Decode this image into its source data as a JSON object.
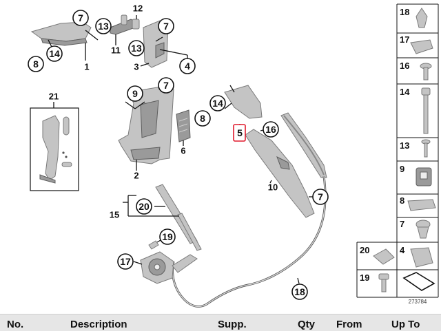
{
  "diagram": {
    "callouts": {
      "c1": "1",
      "c2": "2",
      "c3": "3",
      "c4": "4",
      "c5": "5",
      "c6": "6",
      "c7a": "7",
      "c7b": "7",
      "c7c": "7",
      "c7d": "7",
      "c8a": "8",
      "c8b": "8",
      "c9": "9",
      "c10": "10",
      "c11": "11",
      "c12": "12",
      "c13a": "13",
      "c13b": "13",
      "c14a": "14",
      "c14b": "14",
      "c15": "15",
      "c16": "16",
      "c17": "17",
      "c18": "18",
      "c19": "19",
      "c20": "20",
      "c21": "21"
    },
    "highlighted_part": "5",
    "highlight_color": "#e0192c"
  },
  "parts_legend": {
    "items": [
      "18",
      "17",
      "16",
      "14",
      "13",
      "9",
      "8",
      "7",
      "20",
      "4",
      "19"
    ]
  },
  "reference_number": "273784",
  "table": {
    "headers": {
      "no": "No.",
      "description": "Description",
      "supp": "Supp.",
      "qty": "Qty",
      "from": "From",
      "upto": "Up To"
    }
  }
}
